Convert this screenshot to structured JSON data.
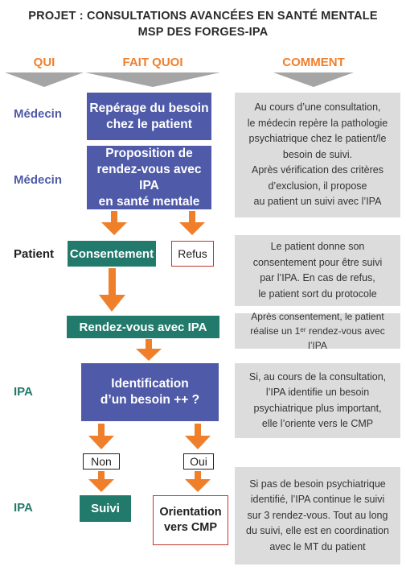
{
  "header": {
    "title_line1": "PROJET : CONSULTATIONS AVANCÉES EN SANTÉ MENTALE",
    "title_line2": "MSP DES FORGES-IPA"
  },
  "columns": {
    "qui": "QUI",
    "fait_quoi": "FAIT QUOI",
    "comment": "COMMENT"
  },
  "roles": {
    "medecin_1": "Médecin",
    "medecin_2": "Médecin",
    "patient": "Patient",
    "ipa_1": "IPA",
    "ipa_2": "IPA"
  },
  "steps": {
    "reperage": "Repérage du besoin\nchez le patient",
    "proposition": "Proposition de\nrendez-vous avec IPA\nen santé mentale",
    "consentement": "Consentement",
    "refus": "Refus",
    "rdv_ipa": "Rendez-vous avec IPA",
    "identification": "Identification\nd’un besoin ++ ?",
    "non": "Non",
    "oui": "Oui",
    "suivi": "Suivi",
    "orientation": "Orientation\nvers CMP"
  },
  "comments": {
    "c1": "Au cours d’une consultation,\nle médecin repère la pathologie\npsychiatrique chez le patient/le\nbesoin de suivi.\nAprès vérification des critères\nd’exclusion, il propose\nau patient un suivi avec l’IPA",
    "c2": "Le patient donne son\nconsentement pour être suivi\npar l’IPA. En cas de refus,\nle patient sort du protocole",
    "c3": "Après consentement, le patient\nréalise un 1ᵉʳ rendez-vous avec l’IPA",
    "c4": "Si, au cours de la consultation,\nl’IPA identifie un besoin\npsychiatrique plus important,\nelle l’oriente vers le CMP",
    "c5": "Si pas de besoin psychiatrique\nidentifié, l’IPA continue le suivi\nsur 3 rendez-vous. Tout au long\ndu suivi, elle est en coordination\navec le MT du patient"
  },
  "colors": {
    "orange": "#f07f2b",
    "blue": "#4f5aa8",
    "teal": "#227a6c",
    "gray": "#dcdcdc",
    "red": "#c0392b"
  }
}
